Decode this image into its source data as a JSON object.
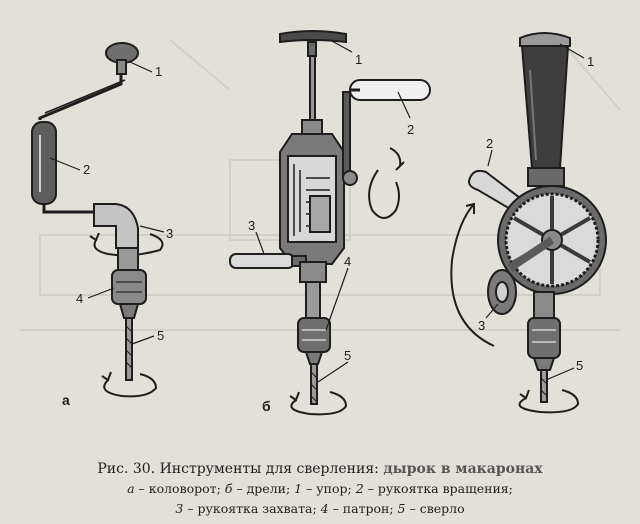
{
  "colors": {
    "background": "#e3e0d9",
    "ink": "#1e1e1e",
    "highlight": "#555555"
  },
  "figure": {
    "panel_a": {
      "letter": "а",
      "callouts": [
        "1",
        "2",
        "3",
        "4",
        "5"
      ]
    },
    "panel_b": {
      "letter": "б",
      "callouts": [
        "1",
        "2",
        "3",
        "4",
        "5"
      ]
    },
    "panel_c": {
      "callouts": [
        "1",
        "2",
        "3",
        "5"
      ]
    }
  },
  "caption": {
    "line1_prefix": "Рис. 30. Инструменты для сверления:",
    "line1_highlight": "дырок в макаронах",
    "line2_a_letter": "а",
    "line2_a_text": " – коловорот; ",
    "line2_b_letter": "б",
    "line2_b_text": " – дрели; ",
    "line2_n1": "1",
    "line2_t1": " – упор; ",
    "line2_n2": "2",
    "line2_t2": " – рукоятка вращения;",
    "line3_n3": "3",
    "line3_t3": " – рукоятка захвата; ",
    "line3_n4": "4",
    "line3_t4": " – патрон; ",
    "line3_n5": "5",
    "line3_t5": " – сверло"
  }
}
